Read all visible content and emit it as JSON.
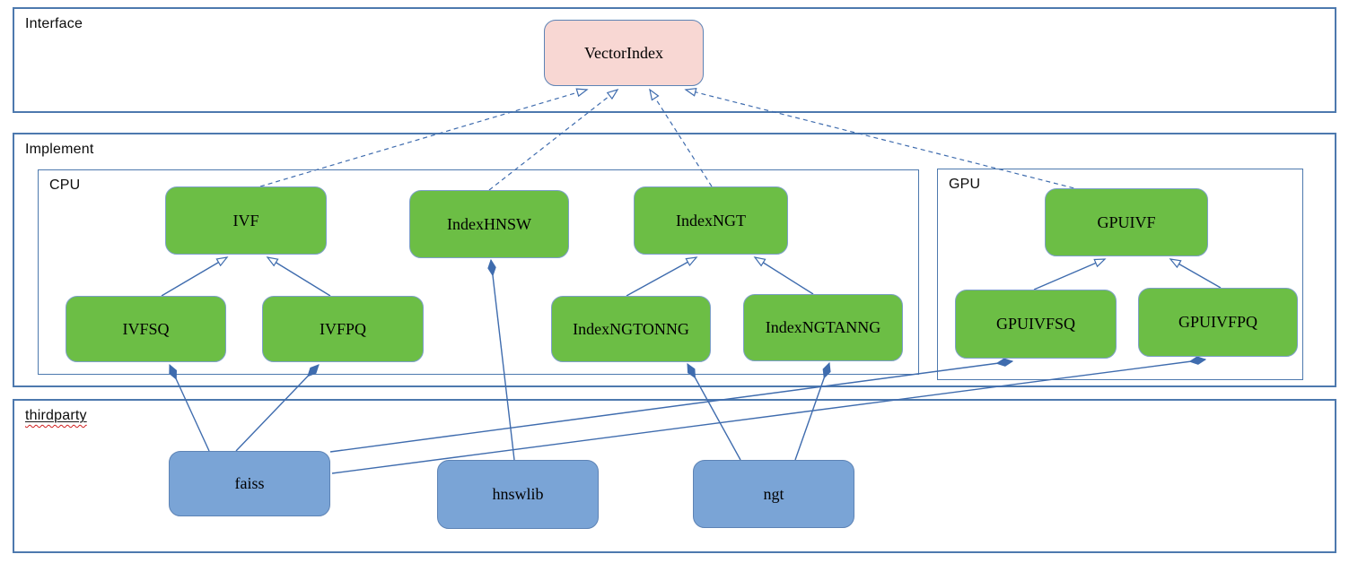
{
  "diagram": {
    "type": "uml-class-diagram",
    "sections": {
      "interface": "Interface",
      "implement": "Implement",
      "cpu": "CPU",
      "gpu": "GPU",
      "thirdparty": "thirdparty"
    },
    "nodes": {
      "vectorindex": "VectorIndex",
      "ivf": "IVF",
      "indexhnsw": "IndexHNSW",
      "indexngt": "IndexNGT",
      "gpuivf": "GPUIVF",
      "ivfsq": "IVFSQ",
      "ivfpq": "IVFPQ",
      "indexngtonng": "IndexNGTONNG",
      "indexngtanng": "IndexNGTANNG",
      "gpuivfsq": "GPUIVFSQ",
      "gpuivfpq": "GPUIVFPQ",
      "faiss": "faiss",
      "hnswlib": "hnswlib",
      "ngt": "ngt"
    },
    "edges": [
      {
        "from": "ivf",
        "to": "vectorindex",
        "type": "realization",
        "style": "dashed, hollow arrow at VectorIndex"
      },
      {
        "from": "indexhnsw",
        "to": "vectorindex",
        "type": "realization",
        "style": "dashed, hollow arrow at VectorIndex"
      },
      {
        "from": "indexngt",
        "to": "vectorindex",
        "type": "realization",
        "style": "dashed, hollow arrow at VectorIndex"
      },
      {
        "from": "gpuivf",
        "to": "vectorindex",
        "type": "realization",
        "style": "dashed, hollow arrow at VectorIndex"
      },
      {
        "from": "ivfsq",
        "to": "ivf",
        "type": "generalization",
        "style": "solid, hollow arrow at IVF"
      },
      {
        "from": "ivfpq",
        "to": "ivf",
        "type": "generalization",
        "style": "solid, hollow arrow at IVF"
      },
      {
        "from": "indexngtonng",
        "to": "indexngt",
        "type": "generalization",
        "style": "solid, hollow arrow at IndexNGT"
      },
      {
        "from": "indexngtanng",
        "to": "indexngt",
        "type": "generalization",
        "style": "solid, hollow arrow at IndexNGT"
      },
      {
        "from": "gpuivfsq",
        "to": "gpuivf",
        "type": "generalization",
        "style": "solid, hollow arrow at GPUIVF"
      },
      {
        "from": "gpuivfpq",
        "to": "gpuivf",
        "type": "generalization",
        "style": "solid, hollow arrow at GPUIVF"
      },
      {
        "from": "faiss",
        "to": "ivfsq",
        "type": "composition",
        "style": "solid, filled diamond at IVFSQ"
      },
      {
        "from": "faiss",
        "to": "ivfpq",
        "type": "composition",
        "style": "solid, filled diamond at IVFPQ"
      },
      {
        "from": "hnswlib",
        "to": "indexhnsw",
        "type": "composition",
        "style": "solid, filled diamond at IndexHNSW"
      },
      {
        "from": "ngt",
        "to": "indexngtonng",
        "type": "composition",
        "style": "solid, filled diamond at IndexNGTONNG"
      },
      {
        "from": "ngt",
        "to": "indexngtanng",
        "type": "composition",
        "style": "solid, filled diamond at IndexNGTANNG"
      },
      {
        "from": "faiss",
        "to": "gpuivfsq",
        "type": "composition",
        "style": "solid, filled diamond at GPUIVFSQ"
      },
      {
        "from": "faiss",
        "to": "gpuivfpq",
        "type": "composition",
        "style": "solid, filled diamond at GPUIVFPQ"
      }
    ],
    "colors": {
      "interface_node_fill": "#f8d7d3",
      "implement_node_fill": "#6cbe45",
      "thirdparty_node_fill": "#7aa4d6",
      "node_border": "#5d83b5",
      "section_border": "#4d79ae",
      "edge_line": "#3f6cae",
      "spellcheck_underline": "#cf1f1f"
    }
  }
}
